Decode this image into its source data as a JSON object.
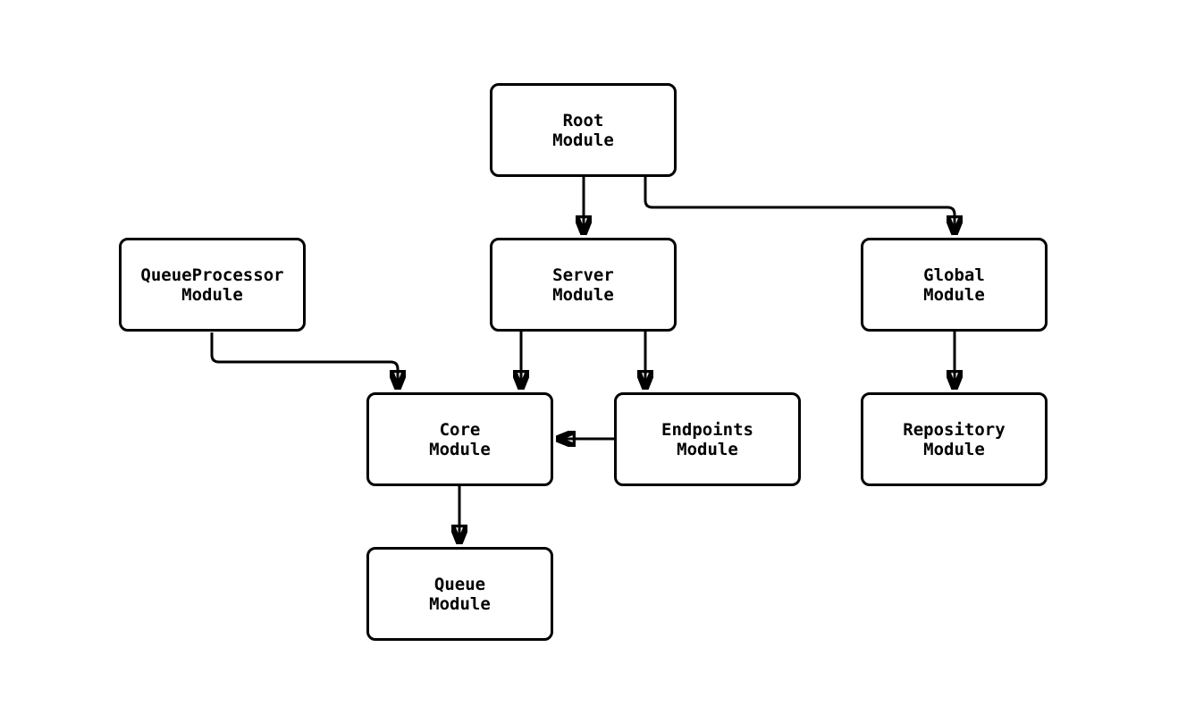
{
  "diagram": {
    "type": "flowchart",
    "background_color": "#ffffff",
    "node_fill_color": "#ffffff",
    "line_color": "#000000",
    "nodes": {
      "root": {
        "line1": "Root",
        "line2": "Module"
      },
      "queueprocessor": {
        "line1": "QueueProcessor",
        "line2": "Module"
      },
      "server": {
        "line1": "Server",
        "line2": "Module"
      },
      "global": {
        "line1": "Global",
        "line2": "Module"
      },
      "core": {
        "line1": "Core",
        "line2": "Module"
      },
      "endpoints": {
        "line1": "Endpoints",
        "line2": "Module"
      },
      "repository": {
        "line1": "Repository",
        "line2": "Module"
      },
      "queue": {
        "line1": "Queue",
        "line2": "Module"
      }
    },
    "edges": [
      {
        "from": "Root Module",
        "to": "Server Module"
      },
      {
        "from": "Root Module",
        "to": "Global Module"
      },
      {
        "from": "QueueProcessor Module",
        "to": "Core Module"
      },
      {
        "from": "Server Module",
        "to": "Core Module"
      },
      {
        "from": "Server Module",
        "to": "Endpoints Module"
      },
      {
        "from": "Endpoints Module",
        "to": "Core Module"
      },
      {
        "from": "Global Module",
        "to": "Repository Module"
      },
      {
        "from": "Core Module",
        "to": "Queue Module"
      }
    ]
  }
}
